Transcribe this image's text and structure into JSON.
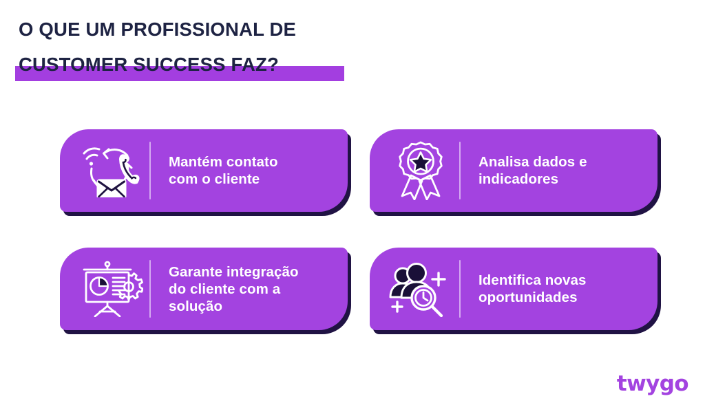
{
  "title": {
    "line1": "O QUE UM PROFISSIONAL DE",
    "line2": "CUSTOMER SUCCESS FAZ?",
    "text_color": "#1e2343",
    "highlight_color": "#a33ee0"
  },
  "theme": {
    "card_fill": "#a343e0",
    "card_shadow": "#201344",
    "card_text": "#ffffff",
    "background": "#ffffff",
    "brand_purple": "#a343e0"
  },
  "cards": [
    {
      "icon": "contact-cycle-icon",
      "lines": [
        "Mantém contato",
        "com o cliente"
      ]
    },
    {
      "icon": "award-ribbon-icon",
      "lines": [
        "Analisa dados e",
        "indicadores"
      ]
    },
    {
      "icon": "presentation-chart-gear-icon",
      "lines": [
        "Garante integração",
        "do cliente com a",
        "solução"
      ]
    },
    {
      "icon": "people-search-icon",
      "lines": [
        "Identifica novas",
        "oportunidades"
      ]
    }
  ],
  "logo": {
    "text": "twygo"
  }
}
